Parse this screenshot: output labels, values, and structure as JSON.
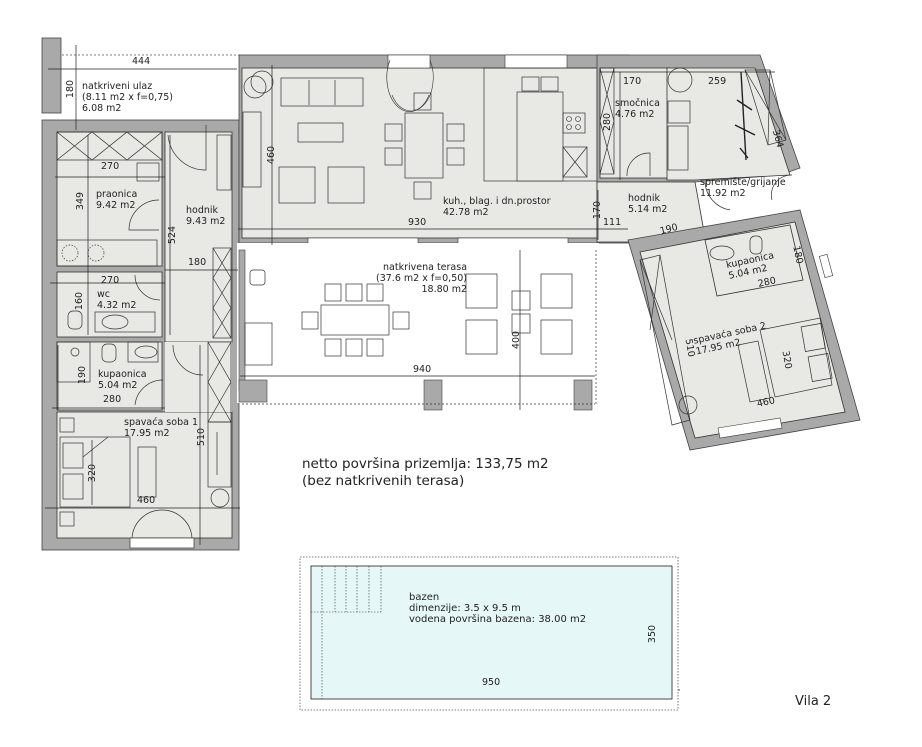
{
  "plan": {
    "title": "Vila 2",
    "summary": {
      "line1": "netto površina prizemlja: 133,75 m2",
      "line2": "(bez natkrivenih terasa)"
    },
    "colors": {
      "wall": "#a9a9a9",
      "floor": "#e8e8e4",
      "terrace": "#ffffff",
      "pool": "#e6f7f7",
      "line": "#222222"
    },
    "rooms": {
      "entrance": {
        "name": "natkriveni ulaz",
        "formula": "(8.11 m2 x f=0,75)",
        "area": "6.08 m2"
      },
      "laundry": {
        "name": "praonica",
        "area": "9.42 m2"
      },
      "hall1": {
        "name": "hodnik",
        "area": "9.43 m2"
      },
      "wc": {
        "name": "wc",
        "area": "4.32 m2"
      },
      "bath1": {
        "name": "kupaonica",
        "area": "5.04 m2"
      },
      "bed1": {
        "name": "spavaća soba 1",
        "area": "17.95 m2"
      },
      "living": {
        "name": "kuh., blag. i dn.prostor",
        "area": "42.78 m2"
      },
      "pantry": {
        "name": "smočnica",
        "area": "4.76 m2"
      },
      "storage": {
        "name": "spremište/grijanje",
        "area": "11.92 m2"
      },
      "hall2": {
        "name": "hodnik",
        "area": "5.14 m2"
      },
      "bath2": {
        "name": "kupaonica",
        "area": "5.04 m2"
      },
      "bed2": {
        "name": "spavaća soba 2",
        "area": "17.95 m2"
      },
      "terrace": {
        "name": "natkrivena terasa",
        "formula": "(37.6 m2 x f=0,50)",
        "area": "18.80 m2"
      }
    },
    "pool": {
      "name": "bazen",
      "dimensions": "dimenzije: 3.5 x 9.5 m",
      "water_area": "vodena površina bazena: 38.00 m2",
      "width_dim": "950",
      "height_dim": "350"
    },
    "dimensions": {
      "entrance_w": "444",
      "entrance_h": "180",
      "laundry_w": "270",
      "laundry_h": "349",
      "hall1_h": "524",
      "hall1_w": "180",
      "wc_w": "270",
      "wc_h": "160",
      "bath1_h": "190",
      "bath1_w": "280",
      "bed1_h": "510",
      "bed1_bed": "320",
      "bed1_w": "460",
      "living_h": "460",
      "living_w": "930",
      "living_gap": "170",
      "hall2_w": "111",
      "hall2_d": "190",
      "pantry_w": "170",
      "pantry_h": "280",
      "storage_w": "259",
      "storage_h": "364",
      "bath2_h": "180",
      "bath2_w": "280",
      "bed2_h": "510",
      "bed2_bed": "320",
      "bed2_w": "460",
      "terrace_w": "940",
      "terrace_h": "400"
    }
  }
}
